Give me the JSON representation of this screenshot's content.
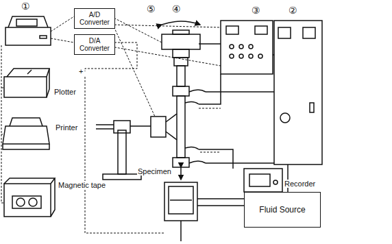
{
  "diagram": {
    "nodes": [
      {
        "text": [
          "A/D Converter"
        ]
      },
      {
        "text": [
          "D/A Converter"
        ]
      },
      {
        "text": [
          "Fluid Source"
        ]
      }
    ],
    "labels": [
      "①",
      "②",
      "③",
      "④",
      "⑤",
      "+",
      "Plotter",
      "Printer",
      "Magnetic tape",
      "Specimen",
      "Recorder"
    ]
  }
}
